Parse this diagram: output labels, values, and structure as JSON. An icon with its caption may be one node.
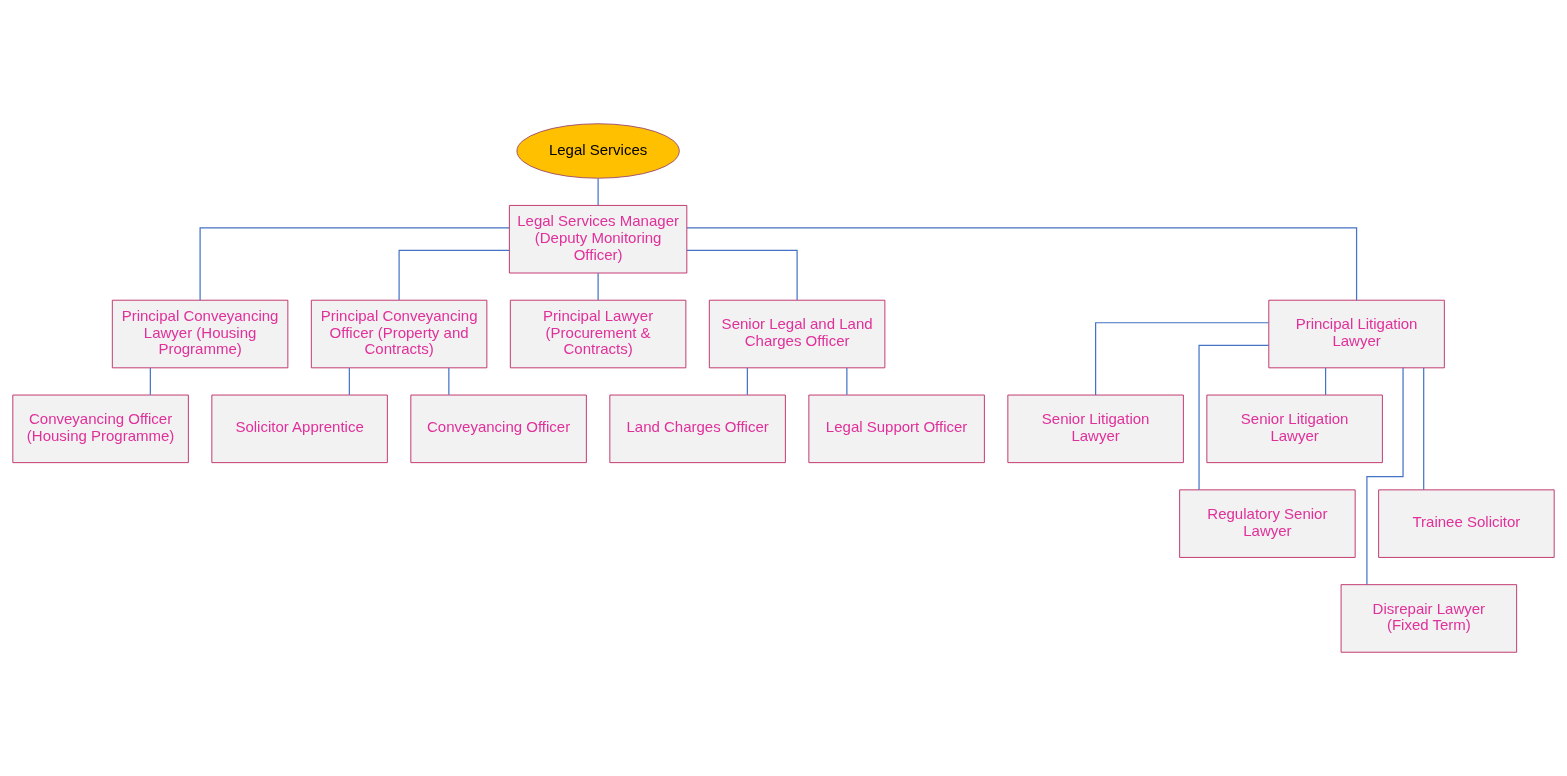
{
  "diagram": {
    "nodes": [
      {
        "text": [
          "Legal Services"
        ]
      },
      {
        "text": [
          "Legal Services Manager (Deputy Monitoring Officer)"
        ]
      },
      {
        "text": [
          "Principal Conveyancing Lawyer (Housing Programme)"
        ]
      },
      {
        "text": [
          "Principal Conveyancing Officer (Property and Contracts)"
        ]
      },
      {
        "text": [
          "Principal Lawyer (Procurement & Contracts)"
        ]
      },
      {
        "text": [
          "Senior Legal and Land Charges Officer"
        ]
      },
      {
        "text": [
          "Principal Litigation Lawyer"
        ]
      },
      {
        "text": [
          "Conveyancing Officer (Housing Programme)"
        ]
      },
      {
        "text": [
          "Solicitor Apprentice"
        ]
      },
      {
        "text": [
          "Conveyancing Officer"
        ]
      },
      {
        "text": [
          "Land Charges Officer"
        ]
      },
      {
        "text": [
          "Legal Support Officer"
        ]
      },
      {
        "text": [
          "Senior Litigation Lawyer"
        ]
      },
      {
        "text": [
          "Senior Litigation Lawyer"
        ]
      },
      {
        "text": [
          "Regulatory Senior Lawyer"
        ]
      },
      {
        "text": [
          "Trainee Solicitor"
        ]
      },
      {
        "text": [
          "Disrepair Lawyer (Fixed Term)"
        ]
      }
    ],
    "edges": [
      {
        "from": 0,
        "to": 1,
        "arrow": "none"
      },
      {
        "from": 1,
        "to": 2,
        "arrow": "none"
      },
      {
        "from": 1,
        "to": 3,
        "arrow": "none"
      },
      {
        "from": 1,
        "to": 4,
        "arrow": "none"
      },
      {
        "from": 1,
        "to": 5,
        "arrow": "none"
      },
      {
        "from": 1,
        "to": 6,
        "arrow": "none"
      },
      {
        "from": 2,
        "to": 7,
        "arrow": "none"
      },
      {
        "from": 3,
        "to": 8,
        "arrow": "none"
      },
      {
        "from": 3,
        "to": 9,
        "arrow": "none"
      },
      {
        "from": 5,
        "to": 10,
        "arrow": "none"
      },
      {
        "from": 5,
        "to": 11,
        "arrow": "none"
      },
      {
        "from": 6,
        "to": 12,
        "arrow": "none"
      },
      {
        "from": 6,
        "to": 13,
        "arrow": "none"
      },
      {
        "from": 6,
        "to": 14,
        "arrow": "none"
      },
      {
        "from": 6,
        "to": 15,
        "arrow": "none"
      },
      {
        "from": 6,
        "to": 16,
        "arrow": "none"
      }
    ]
  }
}
